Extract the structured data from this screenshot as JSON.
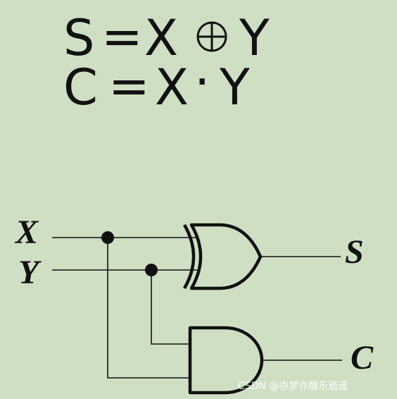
{
  "equations": {
    "sum": {
      "lhs": "S",
      "eq": "=",
      "a": "X",
      "b": "Y",
      "operator": "xor-circle-plus"
    },
    "carry": {
      "lhs": "C",
      "eq": "=",
      "a": "X",
      "dot": "·",
      "b": "Y"
    }
  },
  "circuit": {
    "inputs": {
      "x": "X",
      "y": "Y"
    },
    "outputs": {
      "sum": "S",
      "carry": "C"
    },
    "gates": [
      "xor-gate",
      "and-gate"
    ]
  },
  "watermark": "CSDN @亦梦亦醒乐逍遥"
}
